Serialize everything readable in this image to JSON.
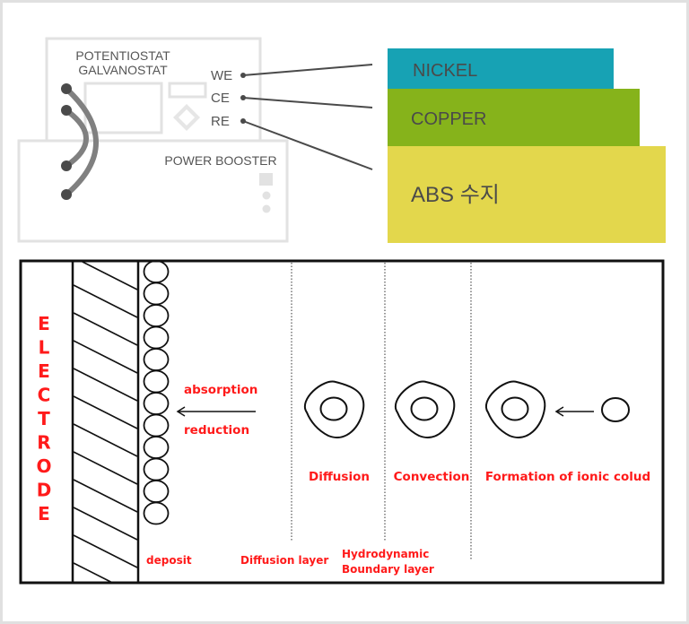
{
  "apparatus": {
    "potentiostat_label_line1": "POTENTIOSTAT",
    "potentiostat_label_line2": "GALVANOSTAT",
    "booster_label": "POWER BOOSTER",
    "terminals": [
      {
        "label": "WE",
        "connects_to": "NICKEL"
      },
      {
        "label": "CE",
        "connects_to": "COPPER"
      },
      {
        "label": "RE",
        "connects_to": "ABS 수지"
      }
    ]
  },
  "layers": [
    {
      "label": "NICKEL",
      "color": "#17a2b4"
    },
    {
      "label": "COPPER",
      "color": "#86b31b"
    },
    {
      "label": "ABS 수지",
      "color": "#e3d74c"
    }
  ],
  "colors": {
    "frame": "#e0e0e0",
    "device_outline": "#e2e2e2",
    "cable": "#808080",
    "connector": "#4a4a4a",
    "annotation": "#ff1a1a"
  },
  "process": {
    "electrode_label": "ELECTRODE",
    "absorption_label": "absorption",
    "reduction_label": "reduction",
    "stages": [
      "Diffusion",
      "Convection",
      "Formation of ionic colud"
    ],
    "bottom_labels": {
      "deposit": "deposit",
      "diffusion_layer": "Diffusion layer",
      "hydro_line1": "Hydrodynamic",
      "hydro_line2": "Boundary layer"
    }
  }
}
